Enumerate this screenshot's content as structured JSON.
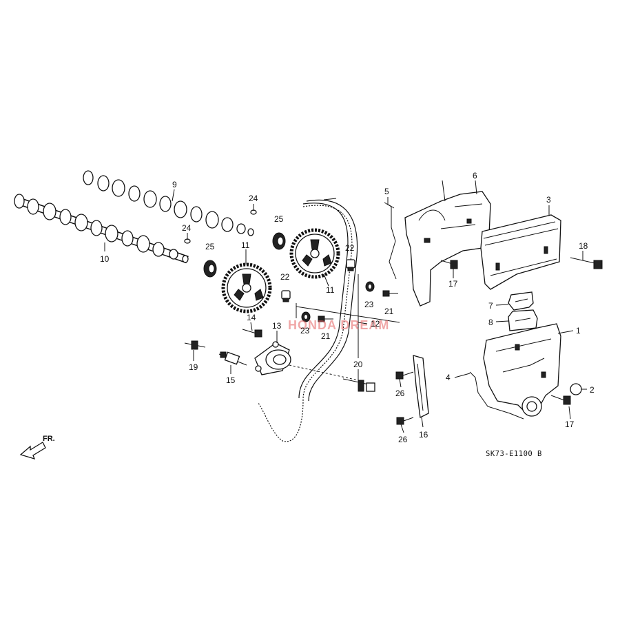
{
  "diagram": {
    "callouts": [
      "1",
      "2",
      "3",
      "4",
      "5",
      "6",
      "7",
      "8",
      "9",
      "10",
      "11",
      "11",
      "12",
      "13",
      "14",
      "15",
      "16",
      "17",
      "17",
      "18",
      "19",
      "20",
      "21",
      "21",
      "22",
      "22",
      "23",
      "23",
      "24",
      "24",
      "25",
      "25",
      "26",
      "26"
    ],
    "diagram_code": "SK73-E1100 B",
    "direction_label": "FR.",
    "watermark": "HONDA DREAM"
  }
}
